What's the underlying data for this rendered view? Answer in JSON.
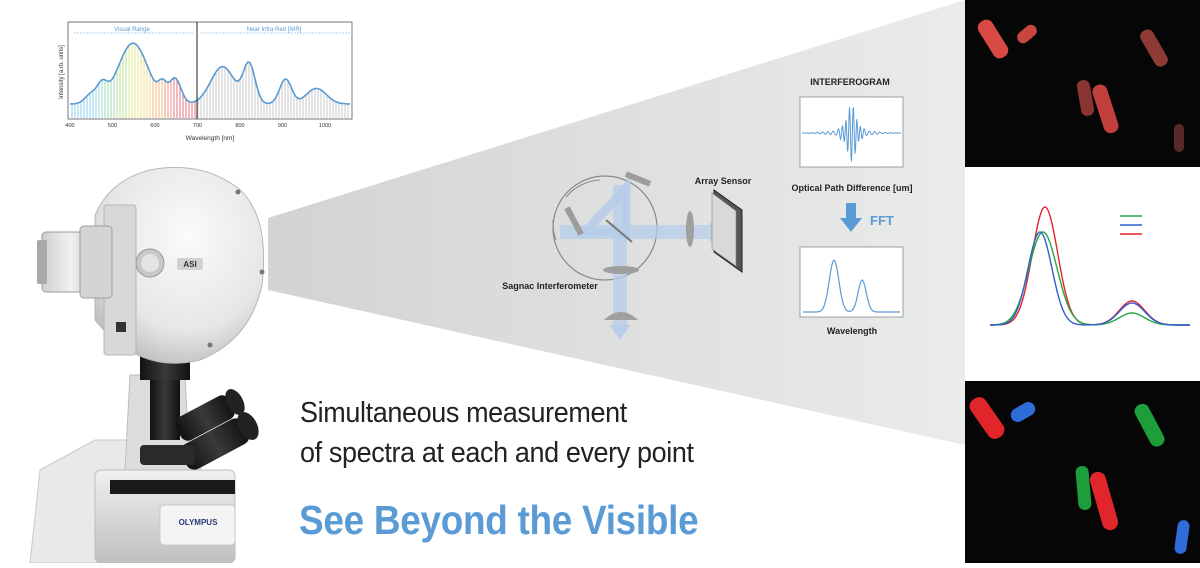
{
  "spectrum_chart": {
    "region_visual": "Visual Range",
    "region_nir": "Near Infra Red [NIR]",
    "ylabel": "Intensity [a.rb. units]",
    "xlabel": "Wavelength [nm]",
    "ticks": [
      "400",
      "500",
      "600",
      "700",
      "800",
      "900",
      "1000"
    ]
  },
  "diagram": {
    "interferogram_title": "INTERFEROGRAM",
    "opd_label": "Optical Path Difference [um]",
    "fft_label": "FFT",
    "wavelength_label": "Wavelength",
    "array_sensor_label": "Array Sensor",
    "sagnac_label": "Sagnac Interferometer"
  },
  "camera": {
    "badge": "ASI",
    "microscope_brand": "OLYMPUS"
  },
  "text": {
    "tagline_line1": "Simultaneous measurement",
    "tagline_line2": "of spectra at each and every point",
    "headline": "See Beyond the Visible"
  },
  "colors": {
    "accent": "#5b9bd5",
    "diagram_blue": "#5b9bd5",
    "red": "#e0262b",
    "green": "#28a745",
    "blue": "#2f5fd0",
    "beam": "#b7cde8"
  }
}
